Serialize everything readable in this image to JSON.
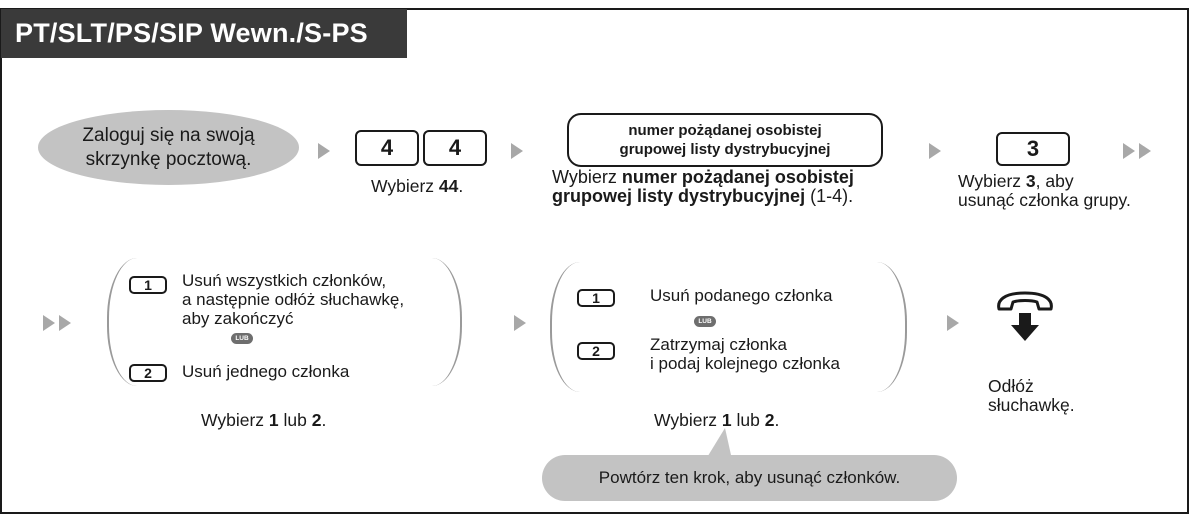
{
  "header": {
    "title": "PT/SLT/PS/SIP Wewn./S-PS"
  },
  "step1": {
    "line1": "Zaloguj się na swoją",
    "line2": "skrzynkę pocztową."
  },
  "step2": {
    "key1": "4",
    "key2": "4",
    "caption_pre": "Wybierz ",
    "caption_bold": "44",
    "caption_post": "."
  },
  "step3": {
    "box_line1": "numer pożądanej osobistej",
    "box_line2": "grupowej listy dystrybucyjnej",
    "caption_pre": "Wybierz ",
    "caption_bold1": "numer pożądanej osobistej",
    "caption_bold2": "grupowej listy dystrybucyjnej",
    "caption_post": " (1-4)."
  },
  "step4": {
    "key": "3",
    "caption_pre": "Wybierz ",
    "caption_bold": "3",
    "caption_post": ", aby",
    "caption_line2": "usunąć członka grupy."
  },
  "step5": {
    "option1_key": "1",
    "option1_line1": "Usuń wszystkich członków,",
    "option1_line2": "a następnie odłóż słuchawkę,",
    "option1_line3": "aby zakończyć",
    "or_label": "LUB",
    "option2_key": "2",
    "option2_text": "Usuń jednego członka",
    "caption_pre": "Wybierz ",
    "caption_b1": "1",
    "caption_mid": " lub ",
    "caption_b2": "2",
    "caption_post": "."
  },
  "step6": {
    "option1_key": "1",
    "option1_text": "Usuń podanego członka",
    "or_label": "LUB",
    "option2_key": "2",
    "option2_line1": "Zatrzymaj członka",
    "option2_line2": "i podaj kolejnego członka",
    "caption_pre": "Wybierz ",
    "caption_b1": "1",
    "caption_mid": " lub ",
    "caption_b2": "2",
    "caption_post": ".",
    "note": "Powtórz ten krok, aby usunąć członków."
  },
  "step7": {
    "line1": "Odłóż",
    "line2": "słuchawkę."
  },
  "colors": {
    "accent_gray": "#c3c3c3",
    "arrow": "#a8a8a8",
    "title_bg": "#3a3a3a",
    "lub_bg": "#6e6e6e"
  }
}
